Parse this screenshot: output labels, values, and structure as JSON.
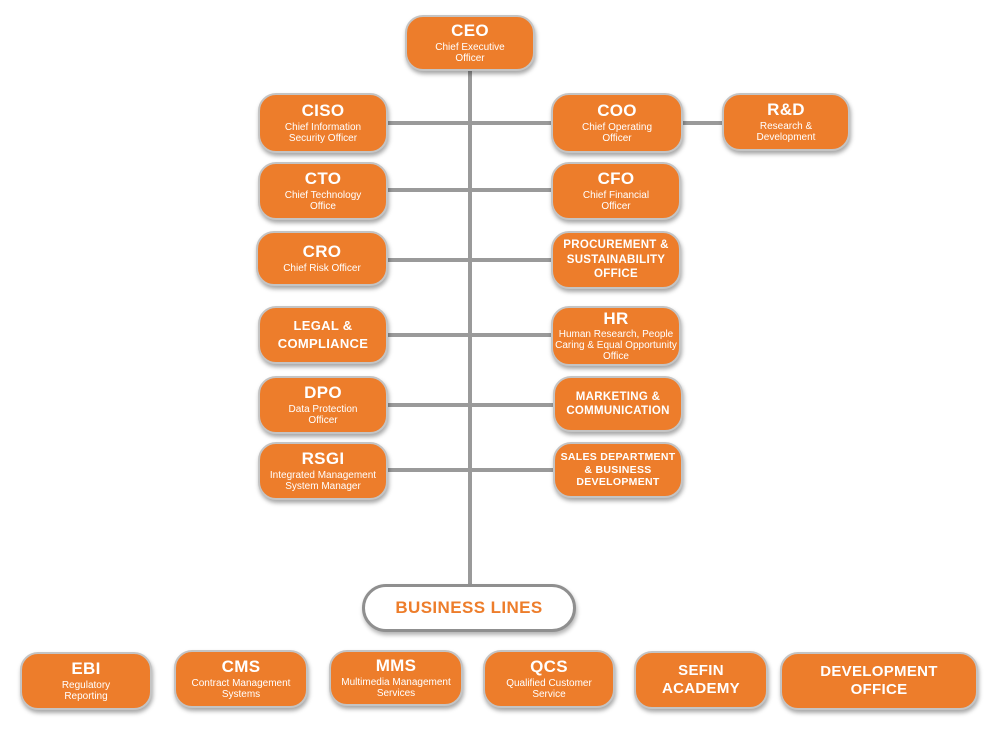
{
  "colors": {
    "box_fill": "#ED7D2B",
    "connector": "#9a9a9a",
    "box_border": "#c4c4c4"
  },
  "ceo": {
    "title": "CEO",
    "subtitle": "Chief Executive Officer"
  },
  "left": [
    {
      "title": "CISO",
      "subtitle": "Chief Information Security Officer"
    },
    {
      "title": "CTO",
      "subtitle": "Chief Technology Office"
    },
    {
      "title": "CRO",
      "subtitle": "Chief Risk Officer"
    },
    {
      "title": "LEGAL & COMPLIANCE",
      "subtitle": ""
    },
    {
      "title": "DPO",
      "subtitle": "Data Protection Officer"
    },
    {
      "title": "RSGI",
      "subtitle": "Integrated Management System Manager"
    }
  ],
  "right": [
    {
      "title": "COO",
      "subtitle": "Chief Operating Officer"
    },
    {
      "title": "CFO",
      "subtitle": "Chief Financial Officer"
    },
    {
      "title": "PROCUREMENT & SUSTAINABILITY OFFICE",
      "subtitle": ""
    },
    {
      "title": "HR",
      "subtitle": "Human Research, People Caring & Equal Opportunity Office"
    },
    {
      "title": "MARKETING & COMMUNICATION",
      "subtitle": ""
    },
    {
      "title": "SALES DEPARTMENT & BUSINESS DEVELOPMENT",
      "subtitle": ""
    }
  ],
  "rnd": {
    "title": "R&D",
    "subtitle": "Research & Development"
  },
  "business_lines": {
    "label": "BUSINESS LINES"
  },
  "bottom": [
    {
      "title": "EBI",
      "subtitle": "Regulatory Reporting"
    },
    {
      "title": "CMS",
      "subtitle": "Contract Management Systems"
    },
    {
      "title": "MMS",
      "subtitle": "Multimedia Management Services"
    },
    {
      "title": "QCS",
      "subtitle": "Qualified Customer Service"
    },
    {
      "title": "SEFIN ACADEMY",
      "subtitle": ""
    },
    {
      "title": "DEVELOPMENT OFFICE",
      "subtitle": ""
    }
  ]
}
